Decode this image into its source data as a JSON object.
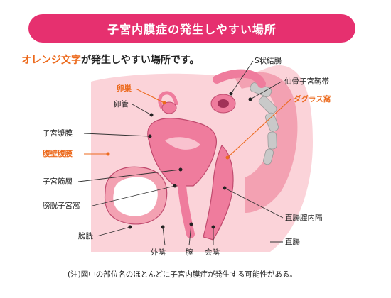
{
  "title": "子宮内膜症の発生しやすい場所",
  "intro": {
    "highlight": "オレンジ文字",
    "rest": "が発生しやすい場所です。"
  },
  "labels": {
    "sigmoid_colon": "S状結腸",
    "sacrouterine_ligament": "仙骨子宮靱帯",
    "douglas_pouch": "ダグラス窩",
    "ovary": "卵巣",
    "fallopian_tube": "卵管",
    "uterine_serosa": "子宮漿膜",
    "peritoneum": "腹壁腹膜",
    "myometrium": "子宮筋層",
    "vesicouterine_pouch": "膀胱子宮窩",
    "bladder": "膀胱",
    "vulva": "外陰",
    "vagina": "膣",
    "perineum": "会陰",
    "rectovaginal_septum": "直腸膣内隔",
    "rectum": "直腸"
  },
  "note": "(注)図中の部位名のほとんどに子宮内膜症が発生する可能性がある。",
  "colors": {
    "title_bg": "#e6306f",
    "highlight": "#ec6a1d",
    "tissue_light": "#fbd3d9",
    "tissue_mid": "#f3a1b2",
    "organ_pink": "#ef7c9d",
    "leader_orange": "#ec6a1d",
    "spine_gray": "#c9c9c9"
  }
}
